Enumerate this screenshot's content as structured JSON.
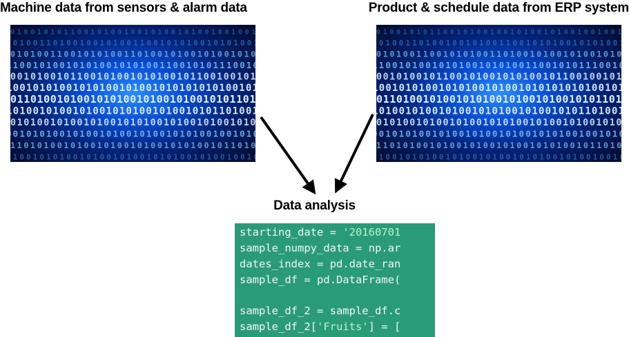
{
  "labels": {
    "left": "Machine data from sensors & alarm data",
    "right": "Product & schedule data from ERP system",
    "center": "Data analysis"
  },
  "panels": {
    "left_icon": "binary-code-image",
    "right_icon": "binary-code-image",
    "binary_rows": [
      "01001010110010100100101001010010",
      "10100110100100101001100101010010",
      "01010011001010100110100101001010",
      "11001010010101001010100110010101",
      "00101001011001010010101001011001",
      "10010101001010100101001010101010",
      "01101001010010101001010010100101",
      "10100101001010010101001010010101",
      "01010010100101001010100101001010",
      "00101010010100101001010010101001",
      "11010100101001010010100101010010",
      "01001010100101001010010101001010"
    ]
  },
  "code": {
    "lines": [
      {
        "prefix": "starting_date = ",
        "str": "'20160701"
      },
      {
        "prefix": "sample_numpy_data = np.ar",
        "str": ""
      },
      {
        "prefix": "dates_index = pd.date_ran",
        "str": ""
      },
      {
        "prefix": "sample_df = pd.DataFrame(",
        "str": ""
      },
      {
        "prefix": "",
        "str": ""
      },
      {
        "prefix": "sample_df_2 = sample_df.c",
        "str": ""
      },
      {
        "prefix": "sample_df_2[",
        "str": "'Fruits'",
        "suffix": "] = ["
      }
    ]
  },
  "colors": {
    "code_bg": "#2a9b77",
    "code_text": "#f2f7f4",
    "panel_glow": "#2b8fff",
    "arrow": "#000000"
  }
}
